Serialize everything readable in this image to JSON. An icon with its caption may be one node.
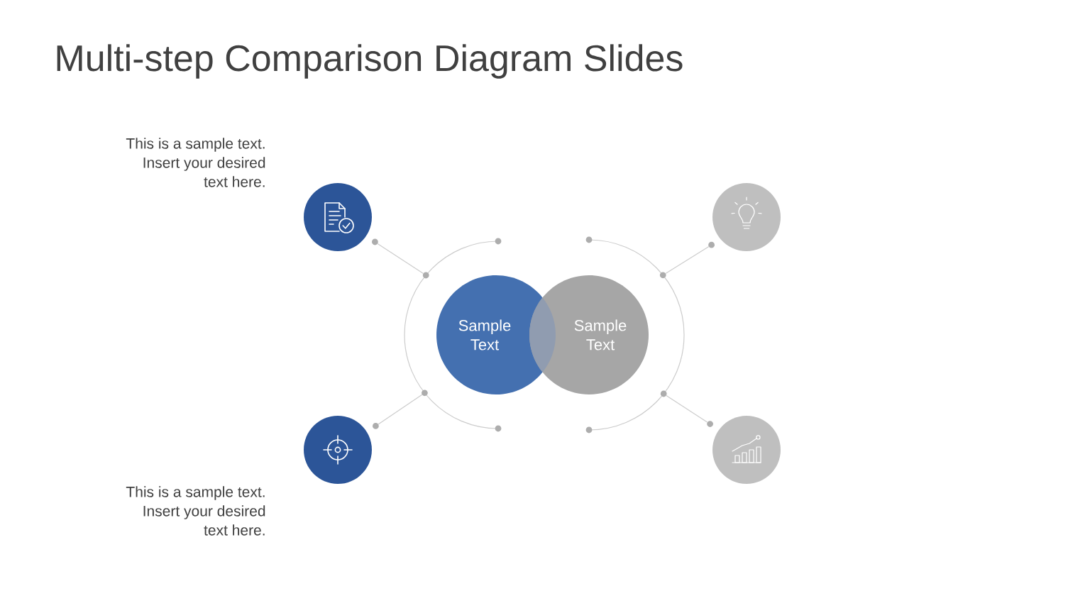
{
  "diagram": {
    "title": "Multi-step Comparison Diagram Slides",
    "nodes": [
      {
        "text": [
          "Sample Text"
        ]
      },
      {
        "text": [
          "Sample Text"
        ]
      },
      {
        "text": [],
        "shape": "circle",
        "beside": [
          "This is a sample text. Insert your desired text here."
        ]
      },
      {
        "text": [],
        "shape": "circle",
        "beside": [
          "This is a sample text. Insert your desired text here."
        ]
      },
      {
        "text": [],
        "shape": "circle"
      },
      {
        "text": [],
        "shape": "circle"
      },
      {
        "text": [],
        "shape": "dot"
      },
      {
        "text": [],
        "shape": "dot"
      },
      {
        "text": [],
        "shape": "dot"
      },
      {
        "text": [],
        "shape": "dot"
      },
      {
        "text": [],
        "shape": "dot"
      },
      {
        "text": [],
        "shape": "dot"
      },
      {
        "text": [],
        "shape": "dot"
      },
      {
        "text": [],
        "shape": "dot"
      }
    ],
    "edges": [
      {
        "from": 6,
        "to": 7,
        "arrow": "none"
      },
      {
        "from": 8,
        "to": 9,
        "arrow": "none"
      },
      {
        "from": 10,
        "to": 11,
        "arrow": "none"
      },
      {
        "from": 12,
        "to": 13,
        "arrow": "none"
      }
    ]
  }
}
